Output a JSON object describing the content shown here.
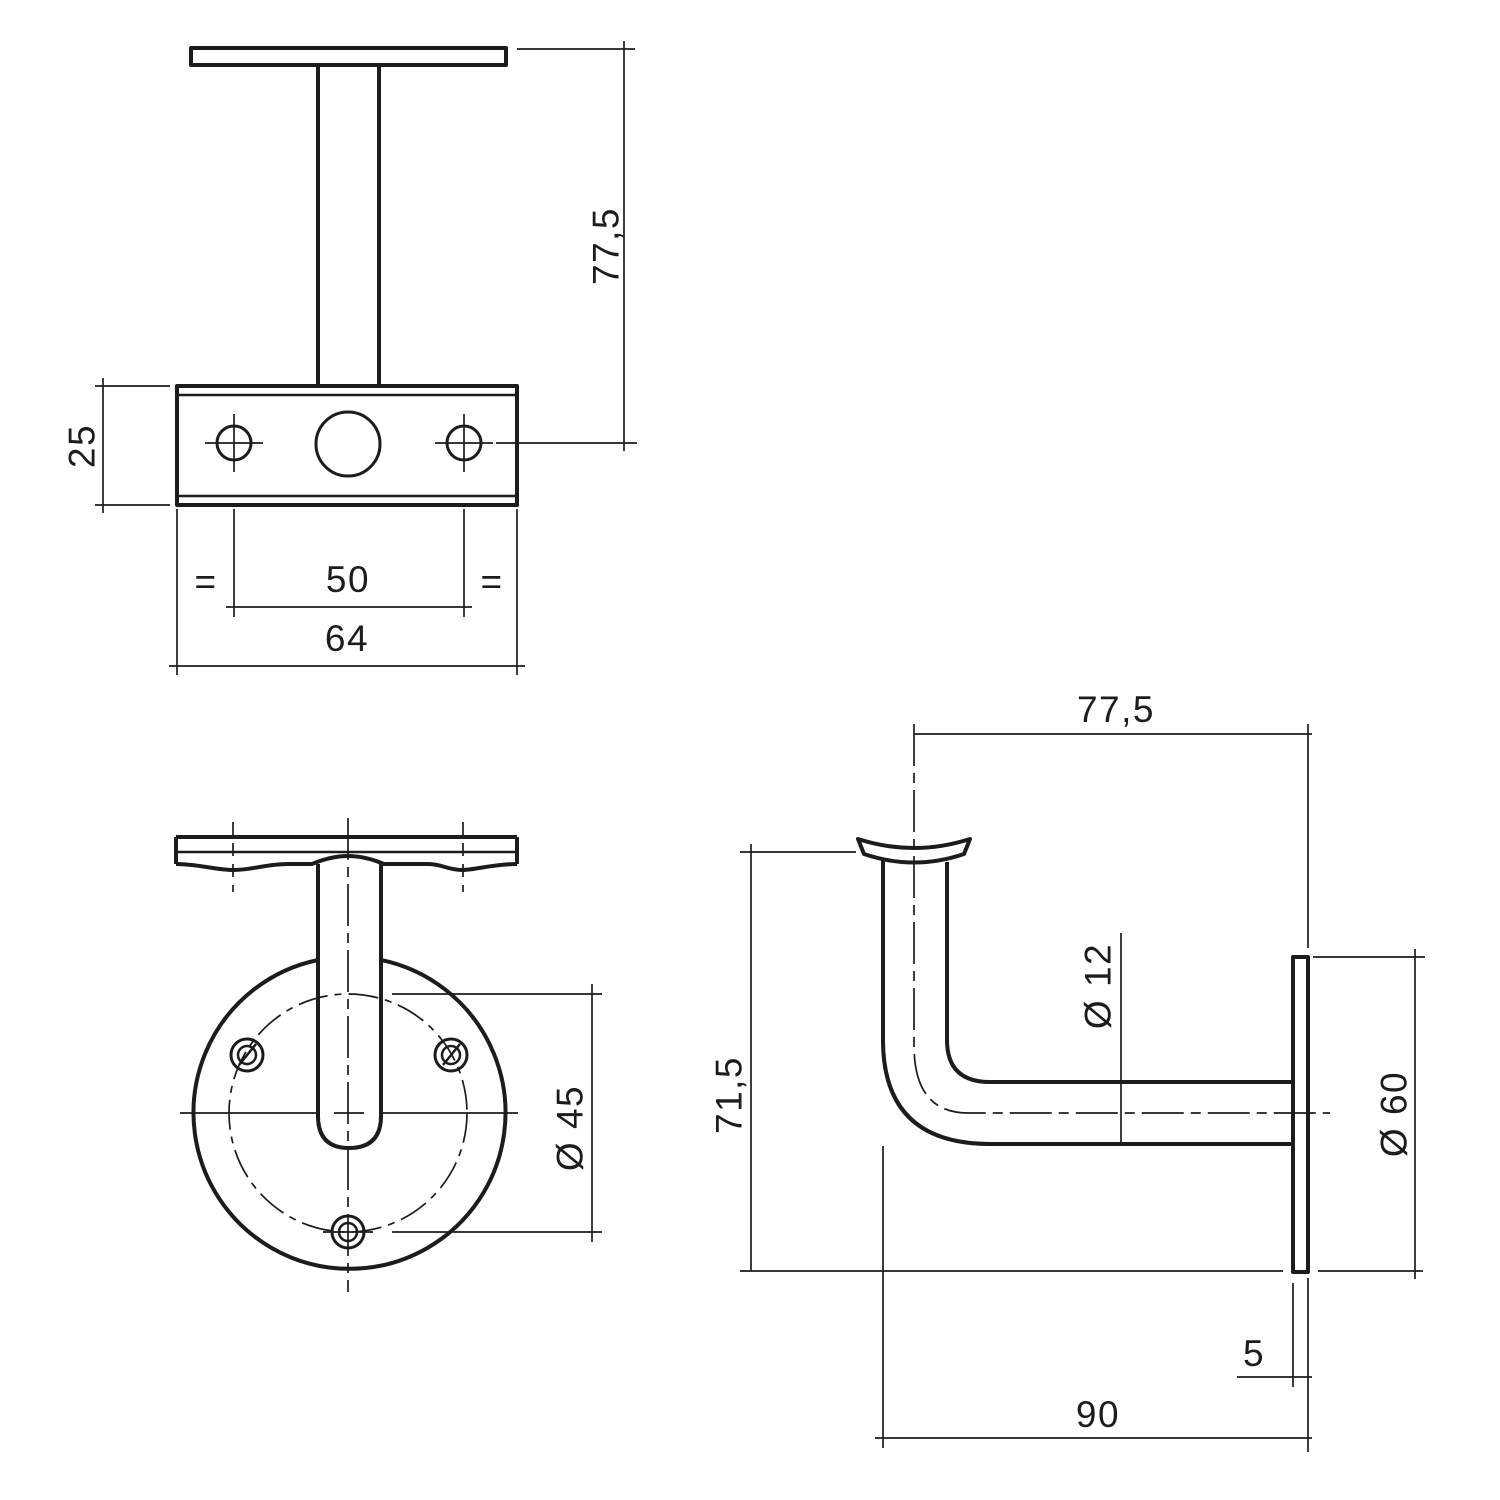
{
  "drawing": {
    "type": "technical-orthographic-drawing",
    "subject": "handrail bracket",
    "colors": {
      "background": "#ffffff",
      "line": "#1c1c1c"
    },
    "views": {
      "top": {
        "dims": {
          "stem_height": "77,5",
          "plate_thickness": "25",
          "hole_spacing": "50",
          "plate_width": "64",
          "equal_left": "=",
          "equal_right": "="
        }
      },
      "front": {
        "dims": {
          "bolt_circle_diameter": "Ø 45"
        }
      },
      "side": {
        "dims": {
          "reach_to_rail_center": "77,5",
          "height": "71,5",
          "tube_diameter": "Ø 12",
          "plate_diameter": "Ø 60",
          "plate_thickness": "5",
          "total_depth": "90"
        }
      }
    }
  }
}
